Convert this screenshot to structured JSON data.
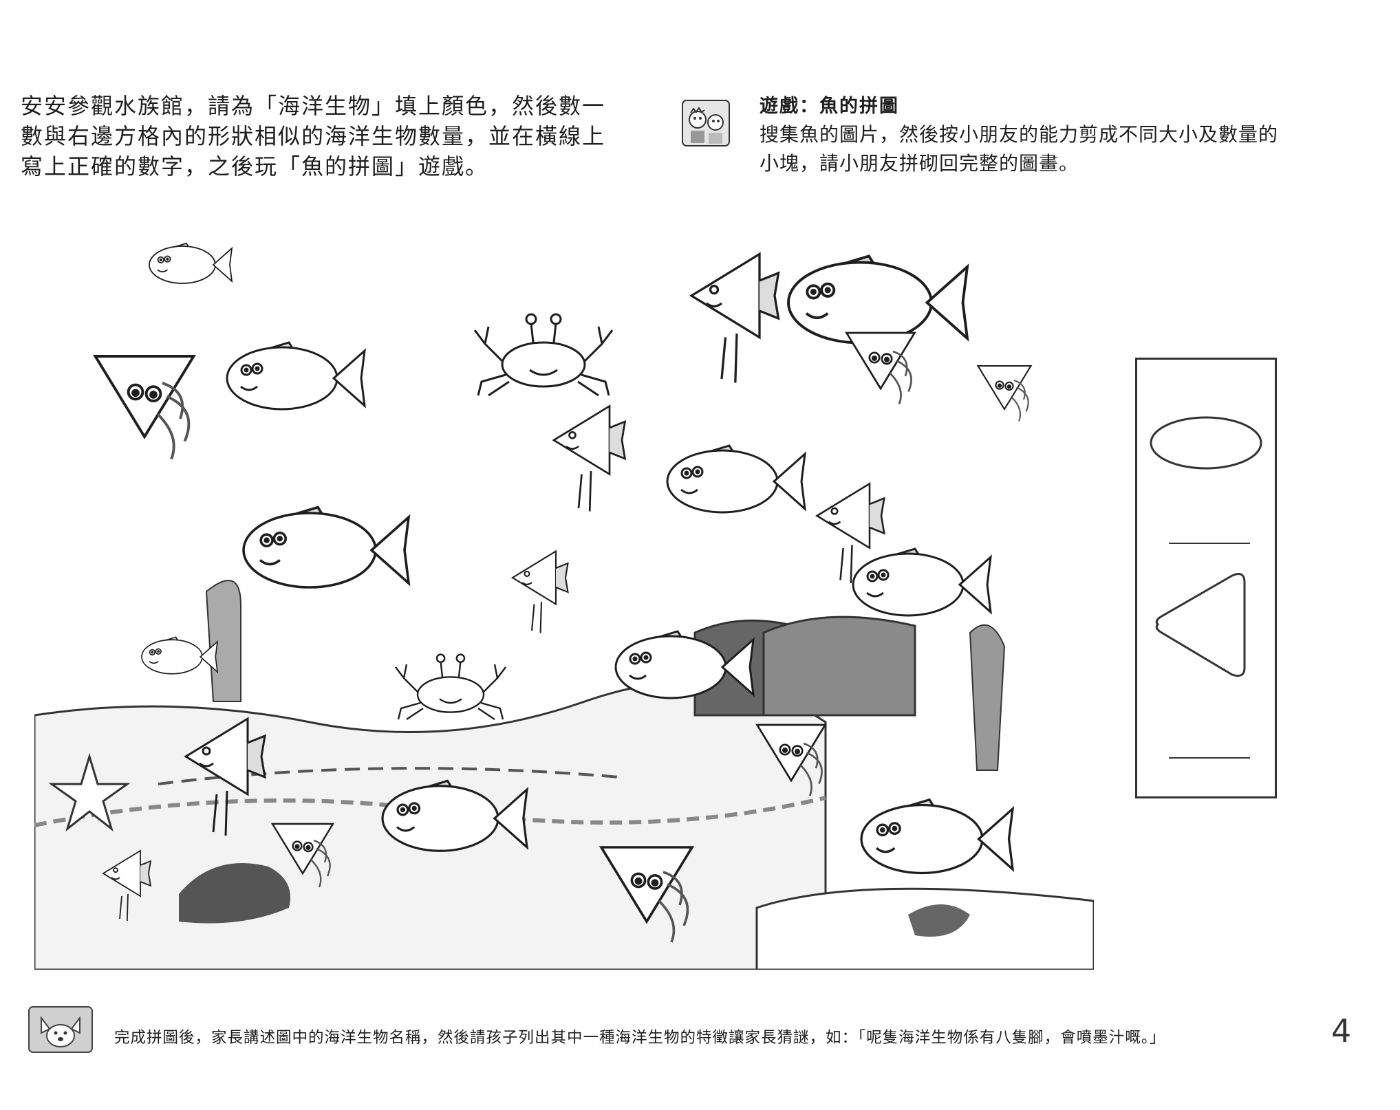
{
  "instructions": {
    "line1": "安安參觀水族館，請為「海洋生物」填上顏色，然後數一",
    "line2": "數與右邊方格內的形狀相似的海洋生物數量，並在橫線上",
    "line3": "寫上正確的數字，之後玩「魚的拼圖」遊戲。"
  },
  "game": {
    "title": "遊戲：魚的拼圖",
    "body_line1": "搜集魚的圖片，然後按小朋友的能力剪成不同大小及數量的",
    "body_line2": "小塊，請小朋友拼砌回完整的圖畫。",
    "icon": "children-playing-icon"
  },
  "answer_box": {
    "shapes": [
      "oval",
      "triangle"
    ],
    "answers": [
      "",
      ""
    ]
  },
  "footer": {
    "icon": "dog-face-icon",
    "text": "完成拼圖後，家長講述圖中的海洋生物名稱，然後請孩子列出其中一種海洋生物的特徵讓家長猜謎，如：「呢隻海洋生物係有八隻腳，會噴墨汁嘅。」"
  },
  "page_number": "4",
  "colors": {
    "ink": "#1e1e1e",
    "wash": "#8a8a8a",
    "dark_wash": "#555555"
  }
}
